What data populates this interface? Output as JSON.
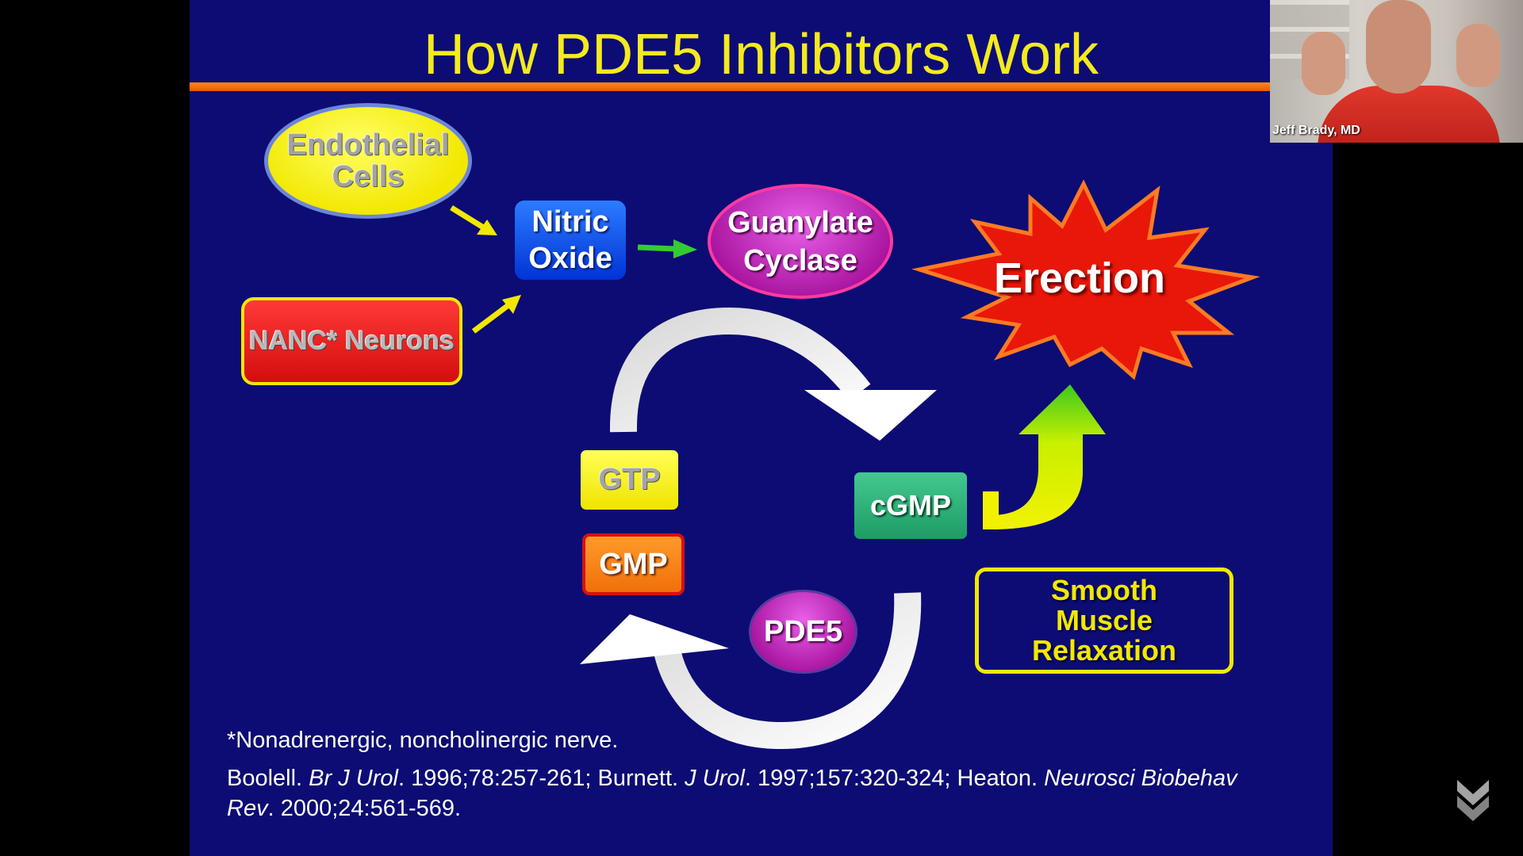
{
  "slide": {
    "title": "How PDE5 Inhibitors Work",
    "nodes": {
      "endothelial_line1": "Endothelial",
      "endothelial_line2": "Cells",
      "nitric_line1": "Nitric",
      "nitric_line2": "Oxide",
      "guanylate_line1": "Guanylate",
      "guanylate_line2": "Cyclase",
      "nanc": "NANC* Neurons",
      "erection": "Erection",
      "gtp": "GTP",
      "gmp": "GMP",
      "cgmp": "cGMP",
      "pde5": "PDE5",
      "smooth_line1": "Smooth",
      "smooth_line2": "Muscle",
      "smooth_line3": "Relaxation"
    },
    "footnote": "*Nonadrenergic, noncholinergic nerve.",
    "references": {
      "a1": "Boolell. ",
      "a1_journal": "Br J Urol",
      "a1_cite": ". 1996;78:257-261; Burnett. ",
      "a2_journal": "J Urol",
      "a2_cite": ". 1997;157:320-324; Heaton. ",
      "a3_journal": "Neurosci Biobehav Rev",
      "a3_cite": ". 2000;24:561-569."
    }
  },
  "webcam": {
    "name": "Jeff Brady, MD"
  },
  "colors": {
    "slide_bg": "#0c0c74",
    "title": "#f5ea1e",
    "title_bar": "#ff8a1a",
    "starburst": "#e8170a"
  }
}
